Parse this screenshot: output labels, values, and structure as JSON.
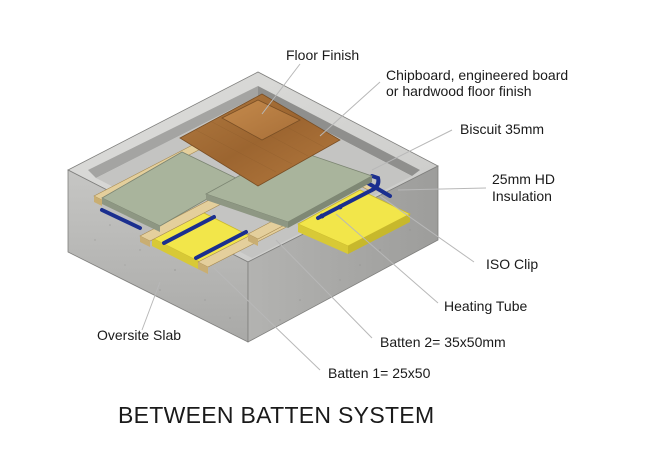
{
  "title": "BETWEEN BATTEN SYSTEM",
  "labels": {
    "floor_finish": "Floor Finish",
    "chipboard_line1": "Chipboard, engineered board",
    "chipboard_line2": "or hardwood floor finish",
    "biscuit": "Biscuit 35mm",
    "insulation_line1": "25mm HD",
    "insulation_line2": "Insulation",
    "iso_clip": "ISO Clip",
    "heating_tube": "Heating Tube",
    "batten2": "Batten 2= 35x50mm",
    "batten1": "Batten 1= 25x50",
    "oversite_slab": "Oversite Slab"
  },
  "colors": {
    "concrete": "#b9b9b7",
    "insulation": "#f2e64a",
    "batten": "#dcc48e",
    "board": "#a9b49c",
    "floor_finish": "#a8703c",
    "heating_tube": "#1b2f8f"
  }
}
